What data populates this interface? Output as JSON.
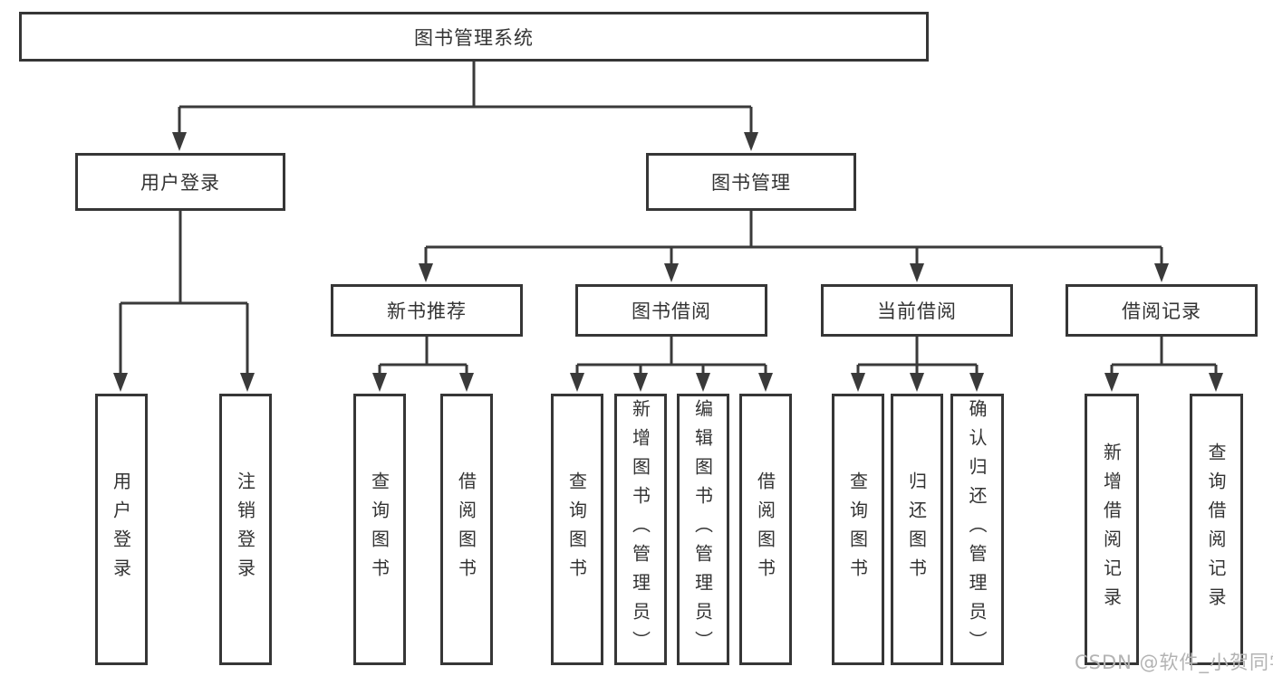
{
  "diagram": {
    "type": "hierarchy-tree",
    "orientation": "top-down",
    "colors": {
      "line": "#3a3a3a",
      "box_border": "#363636",
      "text": "#333333",
      "background": "#ffffff",
      "watermark_text_color": "#b3b3b3"
    }
  },
  "tree": {
    "label": "图书管理系统",
    "children": [
      {
        "label": "用户登录",
        "children": [
          {
            "label": "用户登录"
          },
          {
            "label": "注销登录"
          }
        ]
      },
      {
        "label": "图书管理",
        "children": [
          {
            "label": "新书推荐",
            "children": [
              {
                "label": "查询图书"
              },
              {
                "label": "借阅图书"
              }
            ]
          },
          {
            "label": "图书借阅",
            "children": [
              {
                "label": "查询图书"
              },
              {
                "label": "新增图书（管理员）"
              },
              {
                "label": "编辑图书（管理员）"
              },
              {
                "label": "借阅图书"
              }
            ]
          },
          {
            "label": "当前借阅",
            "children": [
              {
                "label": "查询图书"
              },
              {
                "label": "归还图书"
              },
              {
                "label": "确认归还（管理员）"
              }
            ]
          },
          {
            "label": "借阅记录",
            "children": [
              {
                "label": "新增借阅记录"
              },
              {
                "label": "查询借阅记录"
              }
            ]
          }
        ]
      }
    ]
  },
  "watermark": {
    "text": "CSDN @软件_小贺同学"
  }
}
